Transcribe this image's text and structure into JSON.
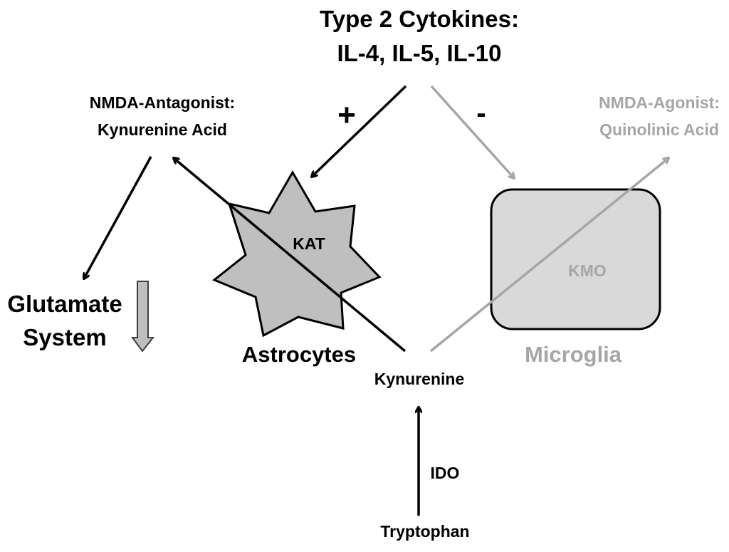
{
  "title": {
    "line1": "Type 2 Cytokines:",
    "line2": "IL-4, IL-5, IL-10"
  },
  "signs": {
    "plus": "+",
    "minus": "-"
  },
  "antagonist": {
    "line1": "NMDA-Antagonist:",
    "line2": "Kynurenine Acid"
  },
  "agonist": {
    "line1": "NMDA-Agonist:",
    "line2": "Quinolinic Acid"
  },
  "glutamate": {
    "line1": "Glutamate",
    "line2": "System"
  },
  "astrocytes": {
    "label": "Astrocytes",
    "enzyme": "KAT"
  },
  "microglia": {
    "label": "Microglia",
    "enzyme": "KMO"
  },
  "kynurenine": "Kynurenine",
  "ido": "IDO",
  "tryptophan": "Tryptophan",
  "colors": {
    "black": "#000000",
    "gray_active": "#a6a6a6",
    "star_fill": "#bfbfbf",
    "box_fill": "#d9d9d9",
    "arrow_down_fill": "#bfbfbf"
  }
}
